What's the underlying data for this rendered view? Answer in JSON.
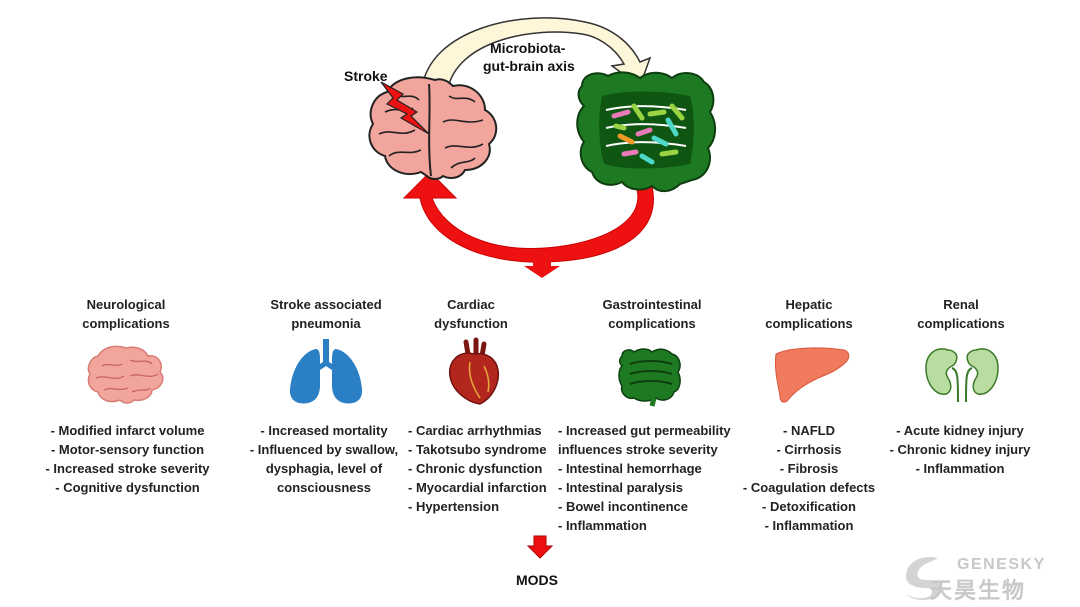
{
  "top": {
    "stroke_label": "Stroke",
    "axis_label_line1": "Microbiota-",
    "axis_label_line2": "gut-brain axis"
  },
  "columns": [
    {
      "title": [
        "Neurological",
        "complications"
      ],
      "icon": "brain-icon",
      "items": [
        "- Modified infarct volume",
        "- Motor-sensory function",
        "- Increased stroke severity",
        "- Cognitive dysfunction"
      ]
    },
    {
      "title": [
        "Stroke associated",
        "pneumonia"
      ],
      "icon": "lungs-icon",
      "items": [
        "- Increased mortality",
        "- Influenced by swallow,",
        "dysphagia, level of",
        "consciousness"
      ]
    },
    {
      "title": [
        "Cardiac",
        "dysfunction"
      ],
      "icon": "heart-icon",
      "items": [
        "- Cardiac arrhythmias",
        "- Takotsubo syndrome",
        "- Chronic dysfunction",
        "- Myocardial infarction",
        "- Hypertension"
      ]
    },
    {
      "title": [
        "Gastrointestinal",
        "complications"
      ],
      "icon": "intestine-icon",
      "items": [
        "- Increased gut permeability",
        "influences stroke severity",
        "- Intestinal hemorrhage",
        "- Intestinal paralysis",
        "- Bowel incontinence",
        "- Inflammation"
      ]
    },
    {
      "title": [
        "Hepatic",
        "complications"
      ],
      "icon": "liver-icon",
      "items": [
        "- NAFLD",
        "- Cirrhosis",
        "- Fibrosis",
        "- Coagulation defects",
        "- Detoxification",
        "- Inflammation"
      ]
    },
    {
      "title": [
        "Renal",
        "complications"
      ],
      "icon": "kidneys-icon",
      "items": [
        "- Acute kidney injury",
        "- Chronic kidney injury",
        "- Inflammation"
      ]
    }
  ],
  "bottom": {
    "mods_label": "MODS"
  },
  "watermark": {
    "brand_en": "GENESKY",
    "brand_cn": "天昊生物"
  },
  "colors": {
    "red_arrow": "#ee1111",
    "brain_pink": "#f2a59c",
    "gut_green": "#1e7a22",
    "lung_blue": "#2b7fc4",
    "heart_red": "#b3261e",
    "liver_salmon": "#f07a5e",
    "kidney_green": "#b9dca0"
  }
}
